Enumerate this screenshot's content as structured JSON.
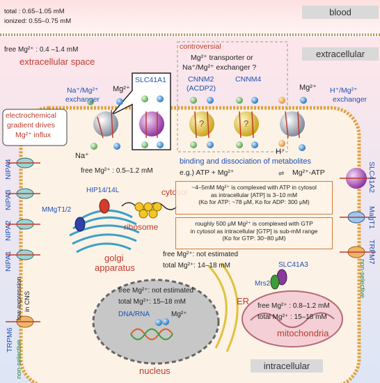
{
  "blood": {
    "label": "blood",
    "total": "total : 0.65–1.05 mM",
    "ionized": "ionized: 0.55–0.75 mM"
  },
  "extracellular": {
    "label": "extracellular",
    "free_mg": "free Mg²⁺ : 0.4 –1.4 mM",
    "space_label": "extracellular space"
  },
  "controversial": {
    "label": "controversial",
    "question_line1": "Mg²⁺ transporter or",
    "question_line2": "Na⁺/Mg²⁺ exchanger ?"
  },
  "transporters_top": {
    "na_mg_exchanger_line1": "Na⁺/Mg²⁺",
    "na_mg_exchanger_line2": "exchanger",
    "mg_top_left": "Mg²⁺",
    "na_bottom": "Na⁺",
    "slc41a1": "SLC41A1",
    "cnnm2_line1": "CNNM2",
    "cnnm2_line2": "(ACDP2)",
    "cnnm4": "CNNM4",
    "mg_top_right": "Mg²⁺",
    "h_mg_exchanger_line1": "H⁺/Mg²⁺",
    "h_mg_exchanger_line2": "exchanger",
    "h_bottom": "H⁺",
    "question_mark": "?"
  },
  "gradient_note": {
    "line1": "electrochemical",
    "line2": "gradient drives",
    "line3": "Mg²⁺ influx"
  },
  "left_channels": [
    "NIPA4",
    "NIPA3",
    "NIPA2",
    "NIPA1"
  ],
  "trpm6": {
    "name": "TRPM6",
    "note": "non-selective",
    "low_expression_line1": "low expression",
    "low_expression_line2": "in CNS"
  },
  "right_channels": {
    "slc41a2": "SLC41A2",
    "magt1": "MagT1",
    "trpm7": "TRPM7",
    "trpm7_note": "non-selective"
  },
  "cytosol": {
    "free_mg": "free Mg²⁺ : 0.5–1.2 mM",
    "label": "cytosol",
    "binding_title": "binding and dissociation of metabolites",
    "equation_left": "e.g.)  ATP + Mg²⁺",
    "equation_right": "Mg²⁺-ATP",
    "atp_box_line1": "~4–5mM Mg²⁺ is complexed with ATP in cytosol",
    "atp_box_line2": "as intracellular [ATP] is 3–10 mM",
    "atp_box_line3": "(Kᴅ for ATP: ~78 μM, Kᴅ for ADP: 300 μM)",
    "gtp_box_line1": "roughly 500 μM Mg²⁺ is complexed with GTP",
    "gtp_box_line2": "in cytosol as intracellular [GTP] is sub-mM range",
    "gtp_box_line3": "(Kᴅ for GTP: 30~80 μM)"
  },
  "golgi": {
    "hip": "HIP14/14L",
    "mmgt": "MMgT1/2",
    "label_line1": "golgi",
    "label_line2": "apparatus"
  },
  "ribosome": {
    "label": "ribosome"
  },
  "er": {
    "free_mg": "free Mg²⁺: not estimated",
    "total_mg": "total Mg²⁺: 14–18 mM",
    "label": "ER"
  },
  "nucleus": {
    "free_mg": "free Mg²⁺: not estimated",
    "total_mg": "total Mg²⁺: 15–18 mM",
    "dna": "DNA/RNA",
    "mg": "Mg²⁺",
    "label": "nucleus"
  },
  "mitochondria": {
    "slc41a3": "SLC41A3",
    "mrs2": "Mrs2",
    "free_mg": "free Mg²⁺ : 0.8–1.2 mM",
    "total_mg": "total Mg²⁺ : 15–18 mM",
    "label": "mitochondria"
  },
  "intracellular": {
    "label": "intracellular"
  },
  "colors": {
    "text_red": "#c0392b",
    "text_blue": "#1f4fb3",
    "membrane": "#e0a23c",
    "cell_fill": "#fdf2e6",
    "extracellular_fill": "#e8eef8"
  }
}
